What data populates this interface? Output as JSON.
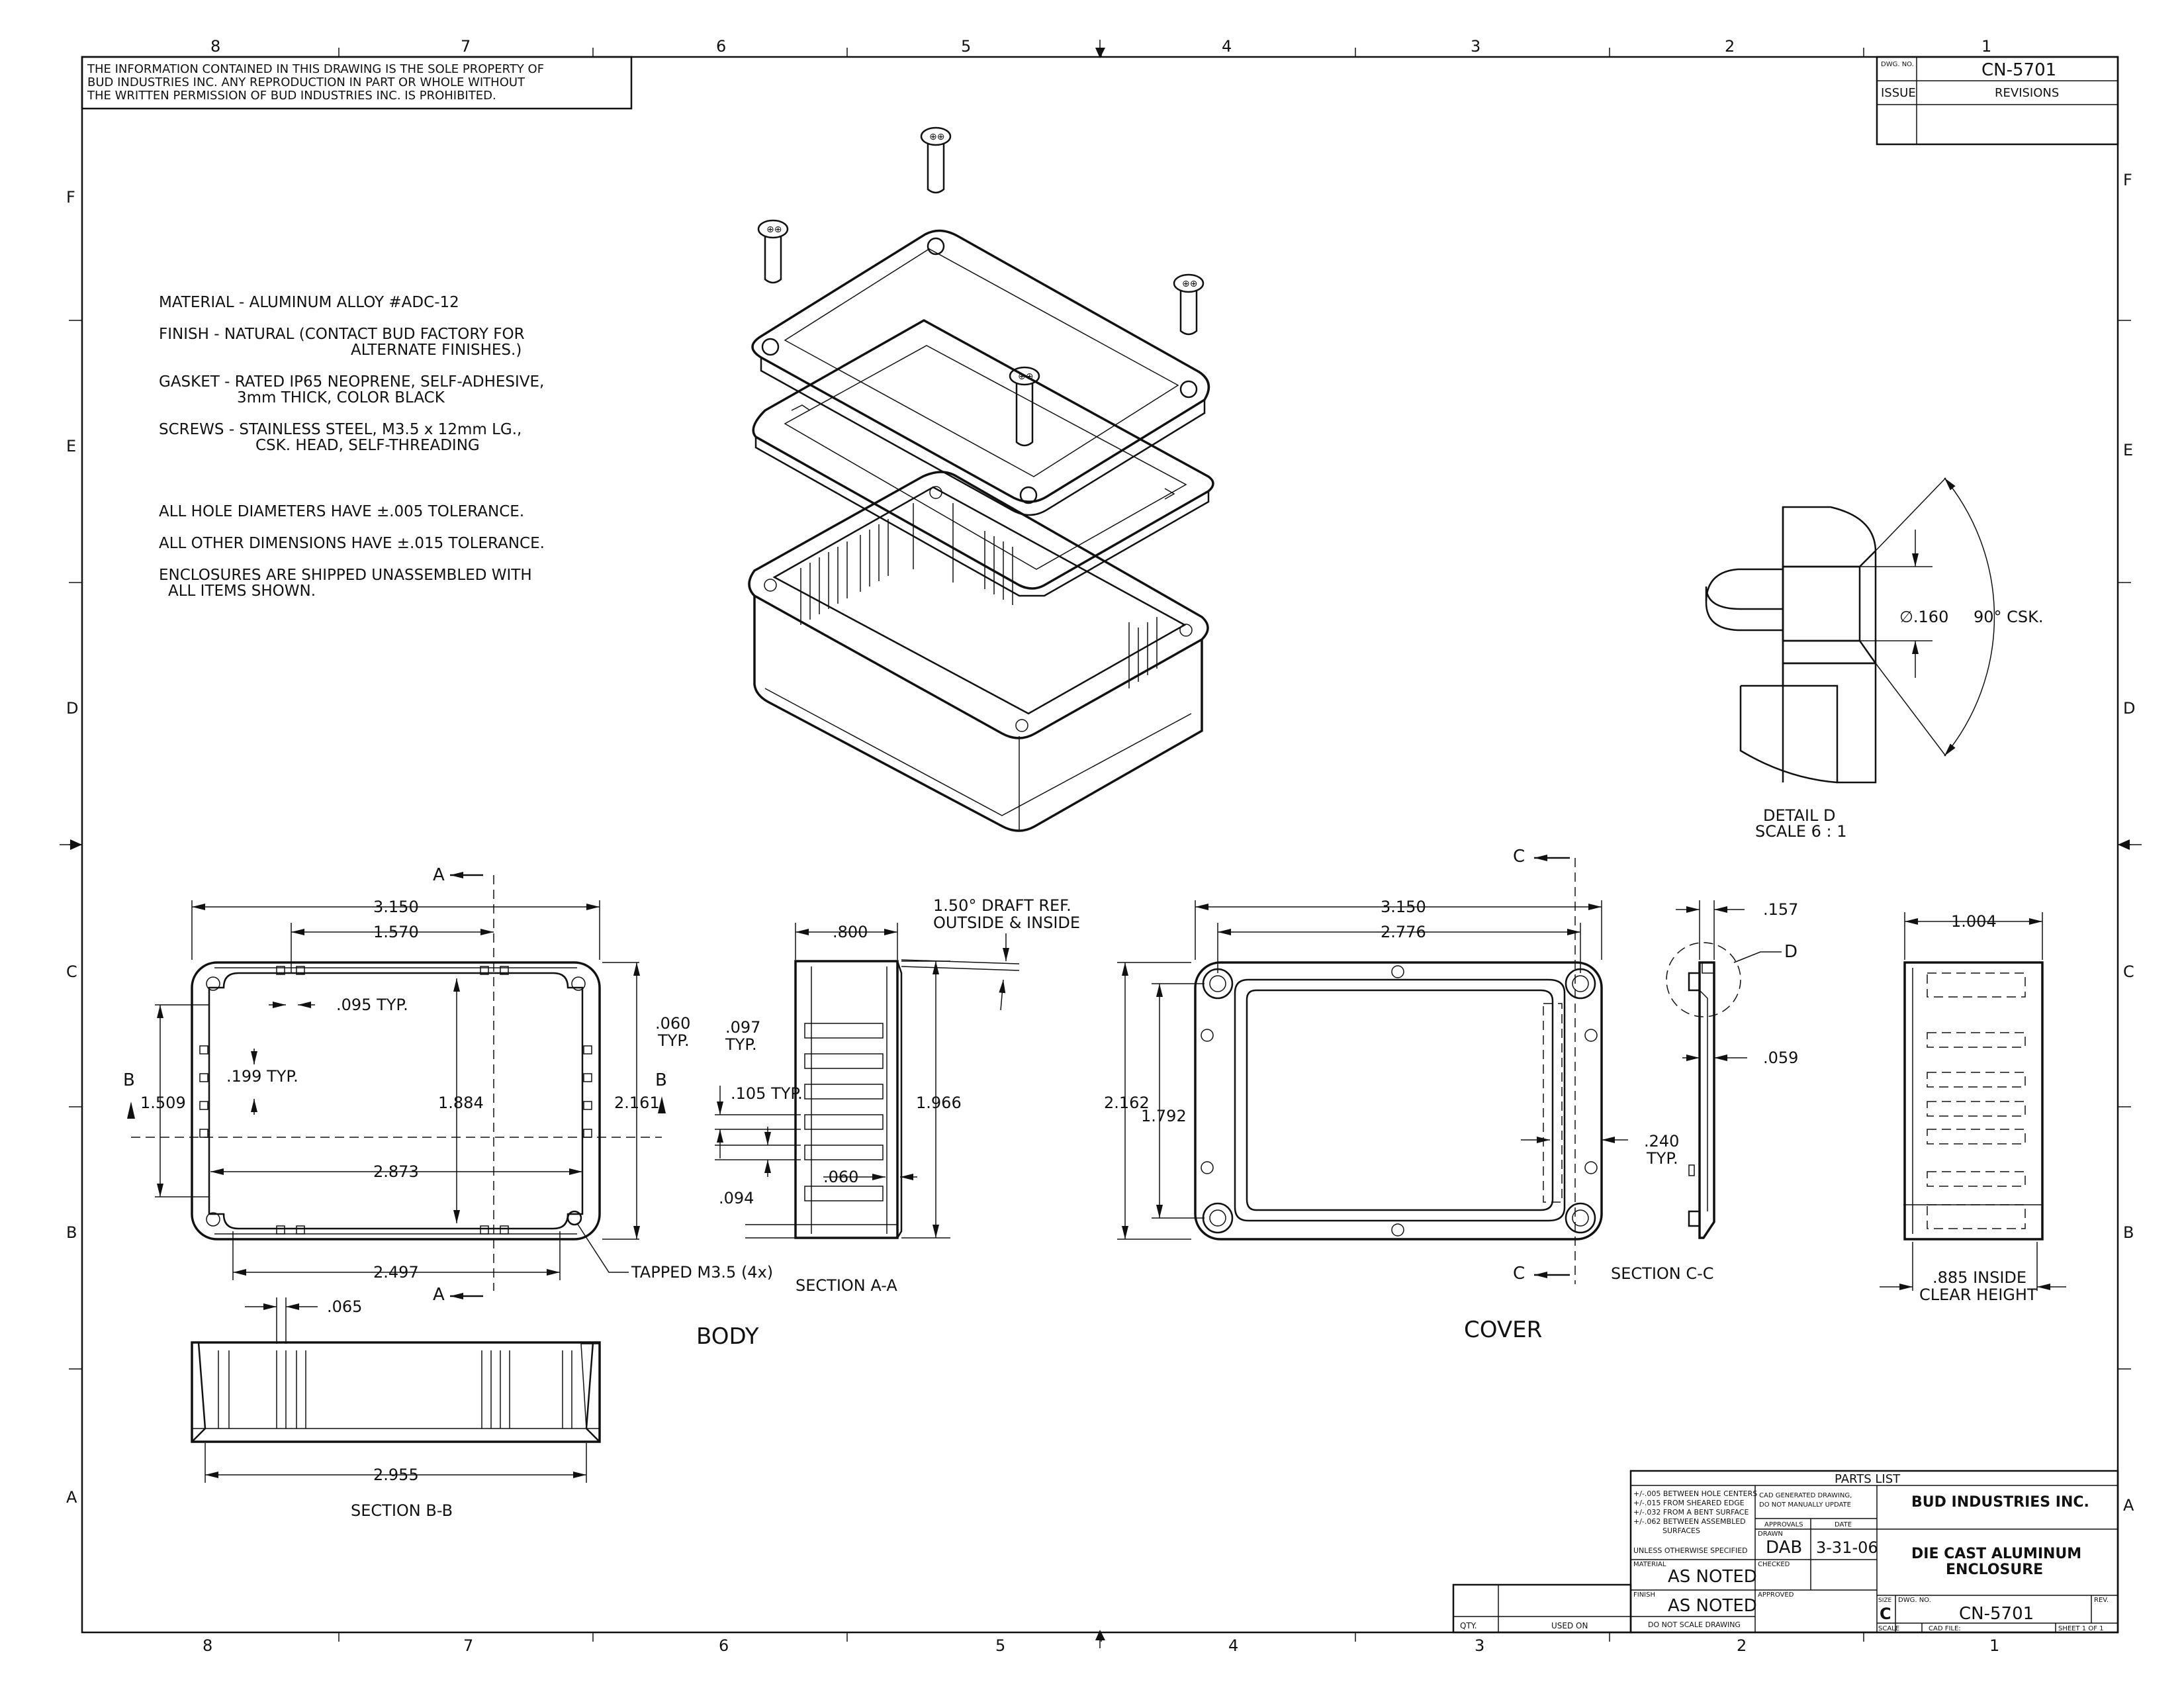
{
  "border": {
    "cols_top": [
      "8",
      "7",
      "6",
      "5",
      "4",
      "3",
      "2",
      "1"
    ],
    "cols_bottom": [
      "8",
      "7",
      "6",
      "5",
      "4",
      "3",
      "2",
      "1"
    ],
    "rows_left": [
      "F",
      "E",
      "D",
      "C",
      "B",
      "A"
    ],
    "rows_right": [
      "F",
      "E",
      "D",
      "C",
      "B",
      "A"
    ]
  },
  "proprietary_note": [
    "THE INFORMATION CONTAINED IN THIS DRAWING IS THE SOLE PROPERTY OF",
    "BUD INDUSTRIES INC. ANY REPRODUCTION IN PART OR WHOLE WITHOUT",
    "THE WRITTEN PERMISSION OF BUD INDUSTRIES INC. IS PROHIBITED."
  ],
  "revision_block": {
    "dwg_no_label": "DWG. NO.",
    "dwg_no": "CN-5701",
    "issue_label": "ISSUE",
    "revisions_label": "REVISIONS"
  },
  "notes": {
    "material": "MATERIAL - ALUMINUM ALLOY #ADC-12",
    "finish_1": "FINISH - NATURAL (CONTACT BUD FACTORY FOR",
    "finish_2": "ALTERNATE FINISHES.)",
    "gasket_1": "GASKET - RATED IP65 NEOPRENE, SELF-ADHESIVE,",
    "gasket_2": "3mm THICK, COLOR BLACK",
    "screws_1": "SCREWS - STAINLESS STEEL, M3.5 x 12mm LG.,",
    "screws_2": "CSK. HEAD, SELF-THREADING",
    "tol_holes": "ALL HOLE DIAMETERS HAVE ±.005 TOLERANCE.",
    "tol_other": "ALL OTHER DIMENSIONS HAVE ±.015 TOLERANCE.",
    "shipped_1": "ENCLOSURES ARE SHIPPED UNASSEMBLED WITH",
    "shipped_2": "ALL ITEMS SHOWN."
  },
  "detail_d": {
    "dia": "∅.160",
    "csk": "90° CSK.",
    "title": "DETAIL D",
    "scale": "SCALE 6 : 1"
  },
  "body_view": {
    "dim_3150": "3.150",
    "dim_1570": "1.570",
    "dim_095": ".095 TYP.",
    "dim_199": ".199 TYP.",
    "dim_1509": "1.509",
    "dim_1884": "1.884",
    "dim_2161": "2.161",
    "dim_060": ".060",
    "dim_060_typ": "TYP.",
    "dim_2873": "2.873",
    "dim_2497": "2.497",
    "tapped": "TAPPED M3.5 (4x)",
    "sec_a": "A",
    "sec_b": "B",
    "label": "BODY"
  },
  "section_aa": {
    "dim_800": ".800",
    "draft_1": "1.50° DRAFT REF.",
    "draft_2": "OUTSIDE & INSIDE",
    "dim_097": ".097",
    "dim_097_typ": "TYP.",
    "dim_105": ".105 TYP.",
    "dim_1966": "1.966",
    "dim_094": ".094",
    "dim_060": ".060",
    "title": "SECTION A-A"
  },
  "section_bb": {
    "dim_065": ".065",
    "dim_2955": "2.955",
    "title": "SECTION B-B"
  },
  "cover_view": {
    "dim_3150": "3.150",
    "dim_2776": "2.776",
    "dim_2162": "2.162",
    "dim_1792": "1.792",
    "dim_240": ".240",
    "dim_240_typ": "TYP.",
    "sec_c": "C",
    "label": "COVER"
  },
  "section_cc": {
    "dim_157": ".157",
    "detail": "D",
    "dim_059": ".059",
    "title": "SECTION C-C"
  },
  "side_view": {
    "dim_1004": "1.004",
    "clear_1": ".885 INSIDE",
    "clear_2": "CLEAR HEIGHT"
  },
  "title_block": {
    "parts_list": "PARTS LIST",
    "tol_1": "+/-.005 BETWEEN HOLE CENTERS",
    "tol_2": "+/-.015 FROM SHEARED EDGE",
    "tol_3": "+/-.032 FROM A BENT SURFACE",
    "tol_4": "+/-.062 BETWEEN ASSEMBLED",
    "tol_5": "SURFACES",
    "unless": "UNLESS OTHERWISE SPECIFIED",
    "cad_1": "CAD GENERATED DRAWING,",
    "cad_2": "DO NOT MANUALLY UPDATE",
    "approvals": "APPROVALS",
    "date_label": "DATE",
    "drawn_label": "DRAWN",
    "drawn": "DAB",
    "date": "3-31-06",
    "checked_label": "CHECKED",
    "approved_label": "APPROVED",
    "material_label": "MATERIAL",
    "material": "AS NOTED",
    "finish_label": "FINISH",
    "finish": "AS NOTED",
    "company": "BUD INDUSTRIES INC.",
    "title_1": "DIE CAST ALUMINUM",
    "title_2": "ENCLOSURE",
    "size_label": "SIZE",
    "size": "C",
    "dwg_label": "DWG. NO.",
    "dwg_no": "CN-5701",
    "rev_label": "REV.",
    "scale_label": "SCALE",
    "cad_file_label": "CAD FILE:",
    "sheet_label": "SHEET 1 OF 1",
    "qty_label": "QTY.",
    "used_on_label": "USED ON",
    "do_not_scale": "DO NOT SCALE DRAWING"
  }
}
